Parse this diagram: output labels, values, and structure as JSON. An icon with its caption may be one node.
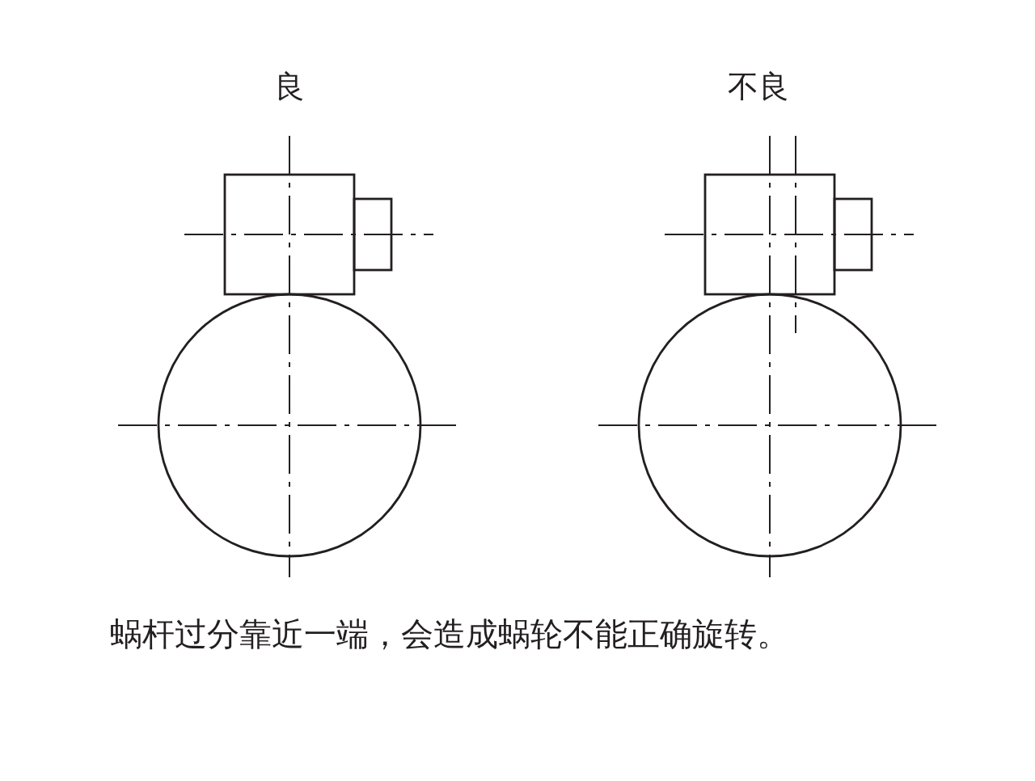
{
  "diagram": {
    "caption": "蜗杆过分靠近一端，会造成蜗轮不能正确旋转。",
    "labels": [
      "良",
      "不良"
    ]
  }
}
